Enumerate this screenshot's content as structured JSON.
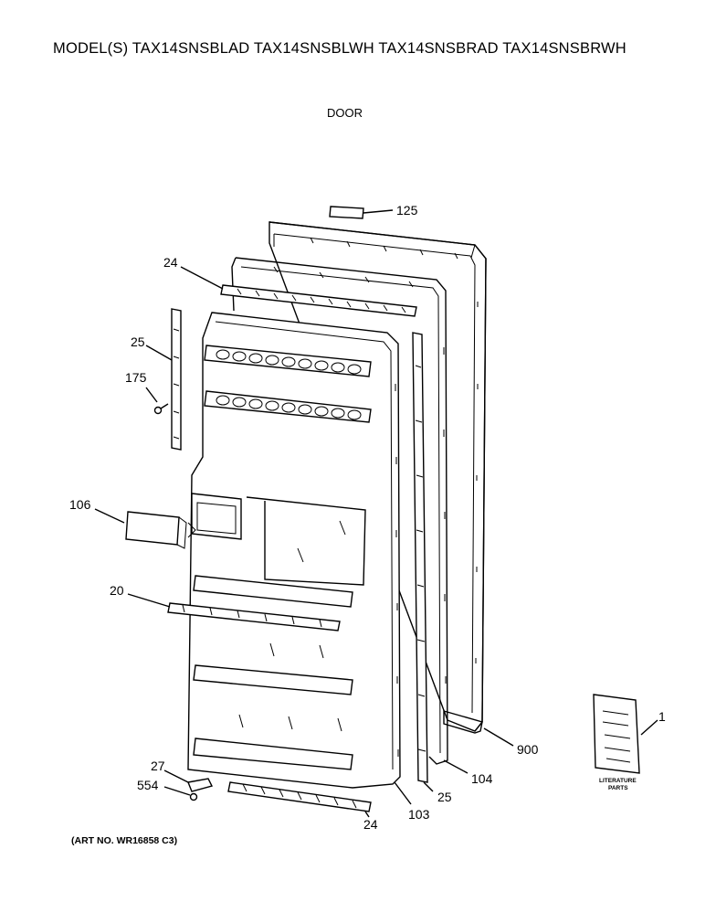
{
  "header": {
    "title": "MODEL(S) TAX14SNSBLAD  TAX14SNSBLWH  TAX14SNSBRAD  TAX14SNSBRWH",
    "subtitle": "DOOR"
  },
  "footer": {
    "art_number": "(ART NO. WR16858 C3)"
  },
  "callouts": {
    "c125": "125",
    "c24_top": "24",
    "c25_left": "25",
    "c175": "175",
    "c106": "106",
    "c20": "20",
    "c27": "27",
    "c554": "554",
    "c24_bottom": "24",
    "c103": "103",
    "c25_right": "25",
    "c104": "104",
    "c900": "900",
    "c1": "1"
  },
  "literature": {
    "line1": "LITERATURE",
    "line2": "PARTS"
  }
}
